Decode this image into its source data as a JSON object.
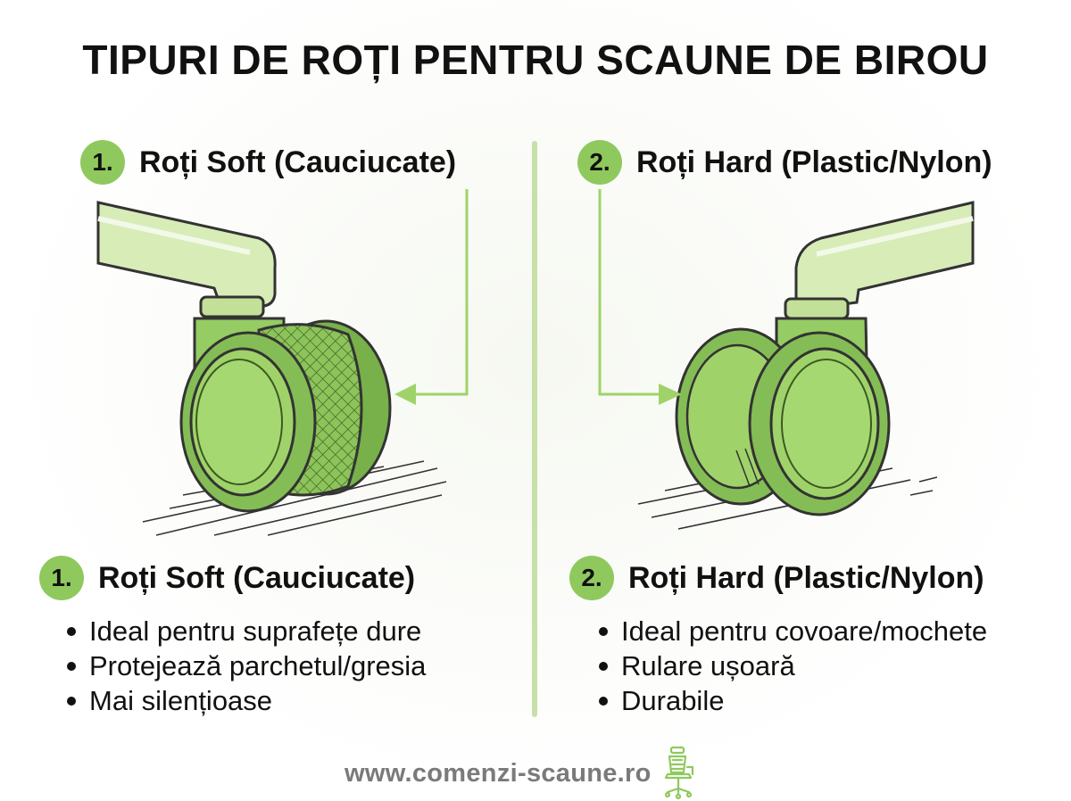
{
  "title": "TIPURI DE ROȚI PENTRU SCAUNE DE BIROU",
  "left": {
    "number": "1.",
    "heading": "Roți Soft (Cauciucate)",
    "bullets": [
      "Ideal pentru suprafețe dure",
      "Protejează parchetul/gresia",
      "Mai silențioase"
    ]
  },
  "right": {
    "number": "2.",
    "heading": "Roți Hard (Plastic/Nylon)",
    "bullets": [
      "Ideal pentru covoare/mochete",
      "Rulare ușoară",
      "Durabile"
    ]
  },
  "footer": {
    "url": "www.comenzi-scaune.ro",
    "icon": "office-chair-icon"
  },
  "colors": {
    "accent": "#8fc95e",
    "divider": "#c8e0a8",
    "wheel": "#9fd36a",
    "wheel_dark": "#3d5a22",
    "arm": "#d8ecb8"
  }
}
